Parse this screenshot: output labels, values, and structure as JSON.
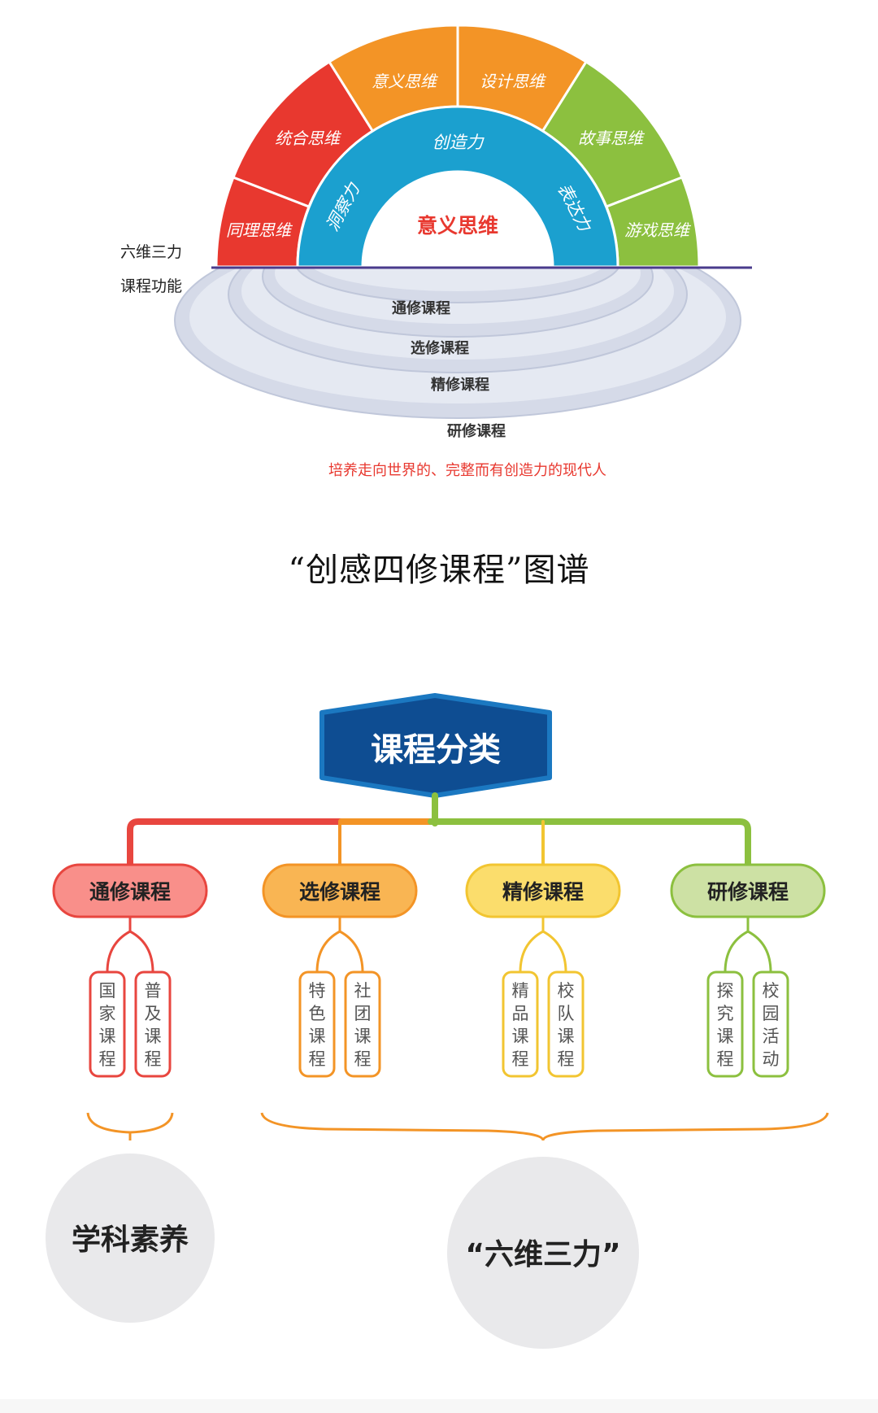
{
  "top_diagram": {
    "outer_segments": [
      {
        "label": "同理思维",
        "color": "#e8382f"
      },
      {
        "label": "统合思维",
        "color": "#e8382f"
      },
      {
        "label": "意义思维",
        "color": "#f39426"
      },
      {
        "label": "设计思维",
        "color": "#f39426"
      },
      {
        "label": "故事思维",
        "color": "#8cc03f"
      },
      {
        "label": "游戏思维",
        "color": "#8cc03f"
      }
    ],
    "inner_ring": {
      "color": "#1ba0cf",
      "labels": [
        "洞察力",
        "创造力",
        "表达力"
      ]
    },
    "center_label": "意义思维",
    "left_labels": {
      "above": "六维三力",
      "below": "课程功能"
    },
    "course_rings": [
      "通修课程",
      "选修课程",
      "精修课程",
      "研修课程"
    ],
    "goal_text": "培养走向世界的、完整而有创造力的现代人"
  },
  "caption": "“创感四修课程”图谱",
  "bottom_diagram": {
    "title": "课程分类",
    "categories": [
      {
        "label": "通修课程",
        "color": "#e8463f",
        "fill": "#f98f8a",
        "sub": [
          "国家课程",
          "普及课程"
        ]
      },
      {
        "label": "选修课程",
        "color": "#f39426",
        "fill": "#f9b553",
        "sub": [
          "特色课程",
          "社团课程"
        ]
      },
      {
        "label": "精修课程",
        "color": "#f2c531",
        "fill": "#fbdd6c",
        "sub": [
          "精品课程",
          "校队课程"
        ]
      },
      {
        "label": "研修课程",
        "color": "#8cc03f",
        "fill": "#cde1a4",
        "sub": [
          "探究课程",
          "校园活动"
        ]
      }
    ],
    "outcomes": [
      "学科素养",
      "“六维三力”"
    ]
  }
}
